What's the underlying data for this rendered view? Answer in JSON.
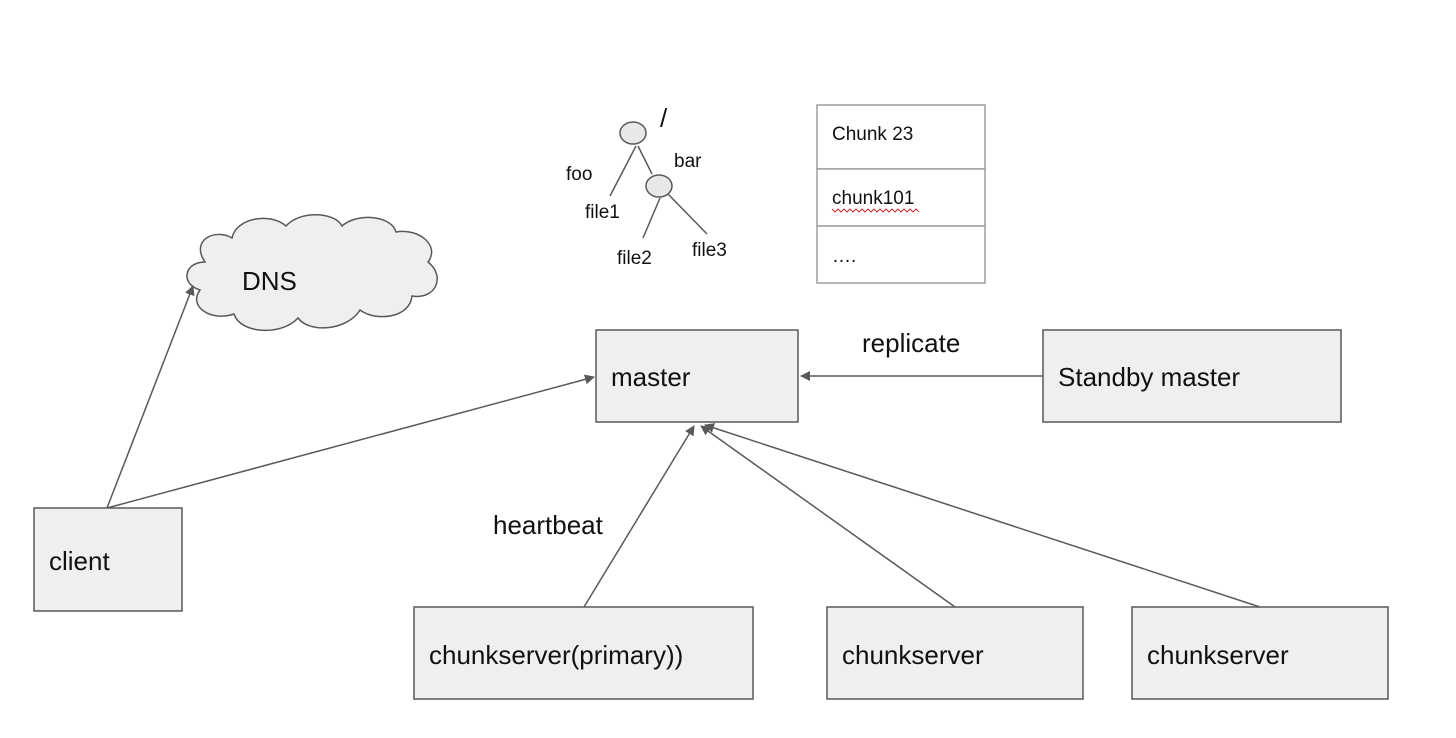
{
  "nodes": {
    "dns": "DNS",
    "master": "master",
    "standby_master": "Standby master",
    "client": "client",
    "chunkserver_primary": "chunkserver(primary))",
    "chunkserver_2": "chunkserver",
    "chunkserver_3": "chunkserver"
  },
  "edges": {
    "replicate": "replicate",
    "heartbeat": "heartbeat"
  },
  "namespace_tree": {
    "root": "/",
    "left_branch": "foo",
    "right_branch": "bar",
    "file1": "file1",
    "file2": "file2",
    "file3": "file3"
  },
  "chunk_table": {
    "rows": [
      "Chunk 23",
      "chunk101",
      "…."
    ]
  }
}
